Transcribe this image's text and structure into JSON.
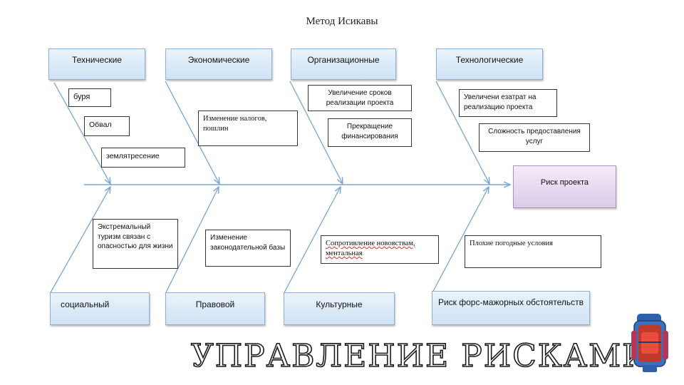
{
  "title": "Метод Исикавы",
  "effect": "Риск проекта",
  "top_categories": [
    "Технические",
    "Экономические",
    "Организационные",
    "Технологические"
  ],
  "bottom_categories": [
    "социальный",
    "Правовой",
    "Культурные",
    "Риск форс-мажорных обстоятельств"
  ],
  "causes": {
    "tech": [
      "буря",
      "Обвал",
      "землятресение"
    ],
    "econ": [
      "Изменение налогов, пошлин"
    ],
    "org": [
      "Увеличение сроков реализации проекта",
      "Прекращение финансирования"
    ],
    "techno": [
      "Увеличени езатрат на реализацию проекта",
      "Сложность предоставления услуг"
    ],
    "social": [
      "Экстремальный туризм связан с опасностью для жизни"
    ],
    "legal": [
      "Изменение законодательной базы"
    ],
    "culture": [
      "Сопротивление нововствам, ментальная"
    ],
    "force": [
      "Плохие погодные условия"
    ]
  },
  "banner": "УПРАВЛЕНИЕ РИСКАМИ",
  "icon": "backpack-icon",
  "colors": {
    "category_fill": "#cfe2f3",
    "effect_fill": "#dccbe9",
    "arrow": "#7aa5d2"
  }
}
